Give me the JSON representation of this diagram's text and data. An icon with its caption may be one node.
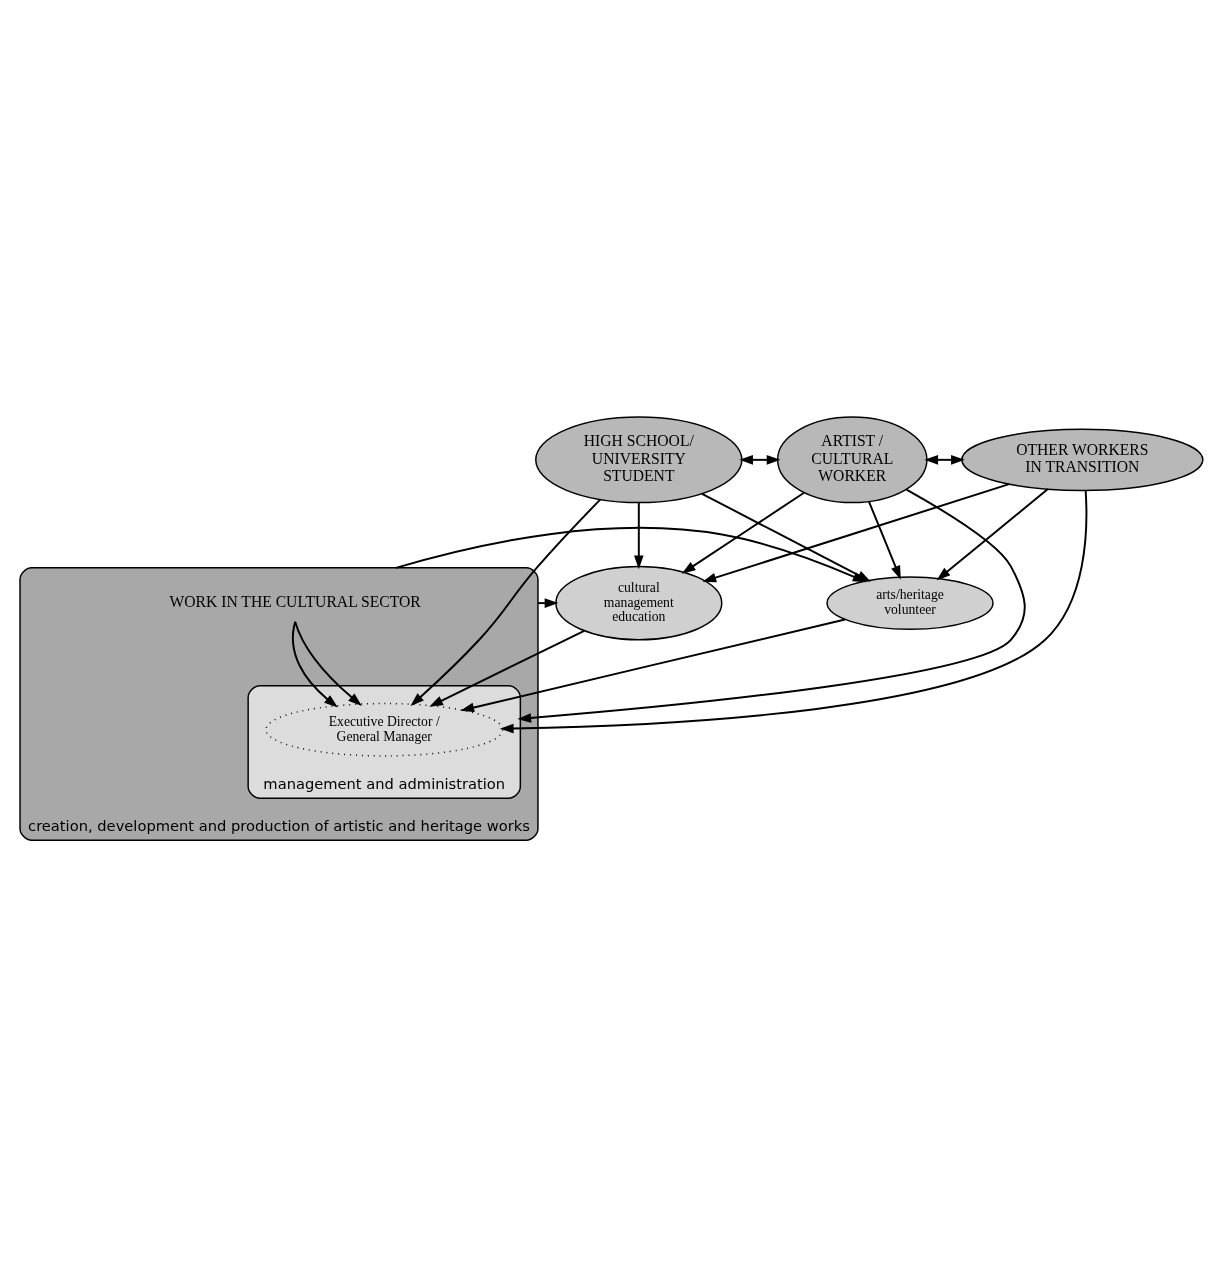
{
  "diagram": {
    "nodes": [
      {
        "text": [
          "HIGH SCHOOL/ UNIVERSITY STUDENT"
        ]
      },
      {
        "text": [
          "ARTIST / CULTURAL WORKER"
        ]
      },
      {
        "text": [
          "OTHER WORKERS IN TRANSITION"
        ]
      },
      {
        "text": [
          "cultural management education"
        ]
      },
      {
        "text": [
          "arts/heritage volunteer"
        ]
      },
      {
        "text": [
          "creation, development and production of artistic and heritage works"
        ]
      },
      {
        "text": [
          "WORK IN THE CULTURAL SECTOR"
        ],
        "in": 5
      },
      {
        "text": [
          "management and administration"
        ],
        "in": 5
      },
      {
        "text": [
          "Executive Director / General Manager"
        ],
        "in": 7
      }
    ],
    "edges": [
      {
        "from": 0,
        "to": 1,
        "arrow": "both"
      },
      {
        "from": 1,
        "to": 2,
        "arrow": "both"
      },
      {
        "from": 0,
        "to": 3,
        "arrow": "to"
      },
      {
        "from": 0,
        "to": 4,
        "arrow": "to"
      },
      {
        "from": 0,
        "to": 8,
        "arrow": "to"
      },
      {
        "from": 1,
        "to": 3,
        "arrow": "to"
      },
      {
        "from": 1,
        "to": 4,
        "arrow": "to"
      },
      {
        "from": 1,
        "to": 7,
        "arrow": "to"
      },
      {
        "from": 2,
        "to": 3,
        "arrow": "to"
      },
      {
        "from": 2,
        "to": 4,
        "arrow": "to"
      },
      {
        "from": 2,
        "to": 8,
        "arrow": "to"
      },
      {
        "from": 3,
        "to": 8,
        "arrow": "to"
      },
      {
        "from": 4,
        "to": 8,
        "arrow": "to"
      },
      {
        "from": 5,
        "to": 3,
        "arrow": "to"
      },
      {
        "from": 5,
        "to": 4,
        "arrow": "to"
      },
      {
        "from": 6,
        "to": 8,
        "arrow": "to"
      },
      {
        "from": 6,
        "to": 8,
        "arrow": "to"
      }
    ]
  }
}
